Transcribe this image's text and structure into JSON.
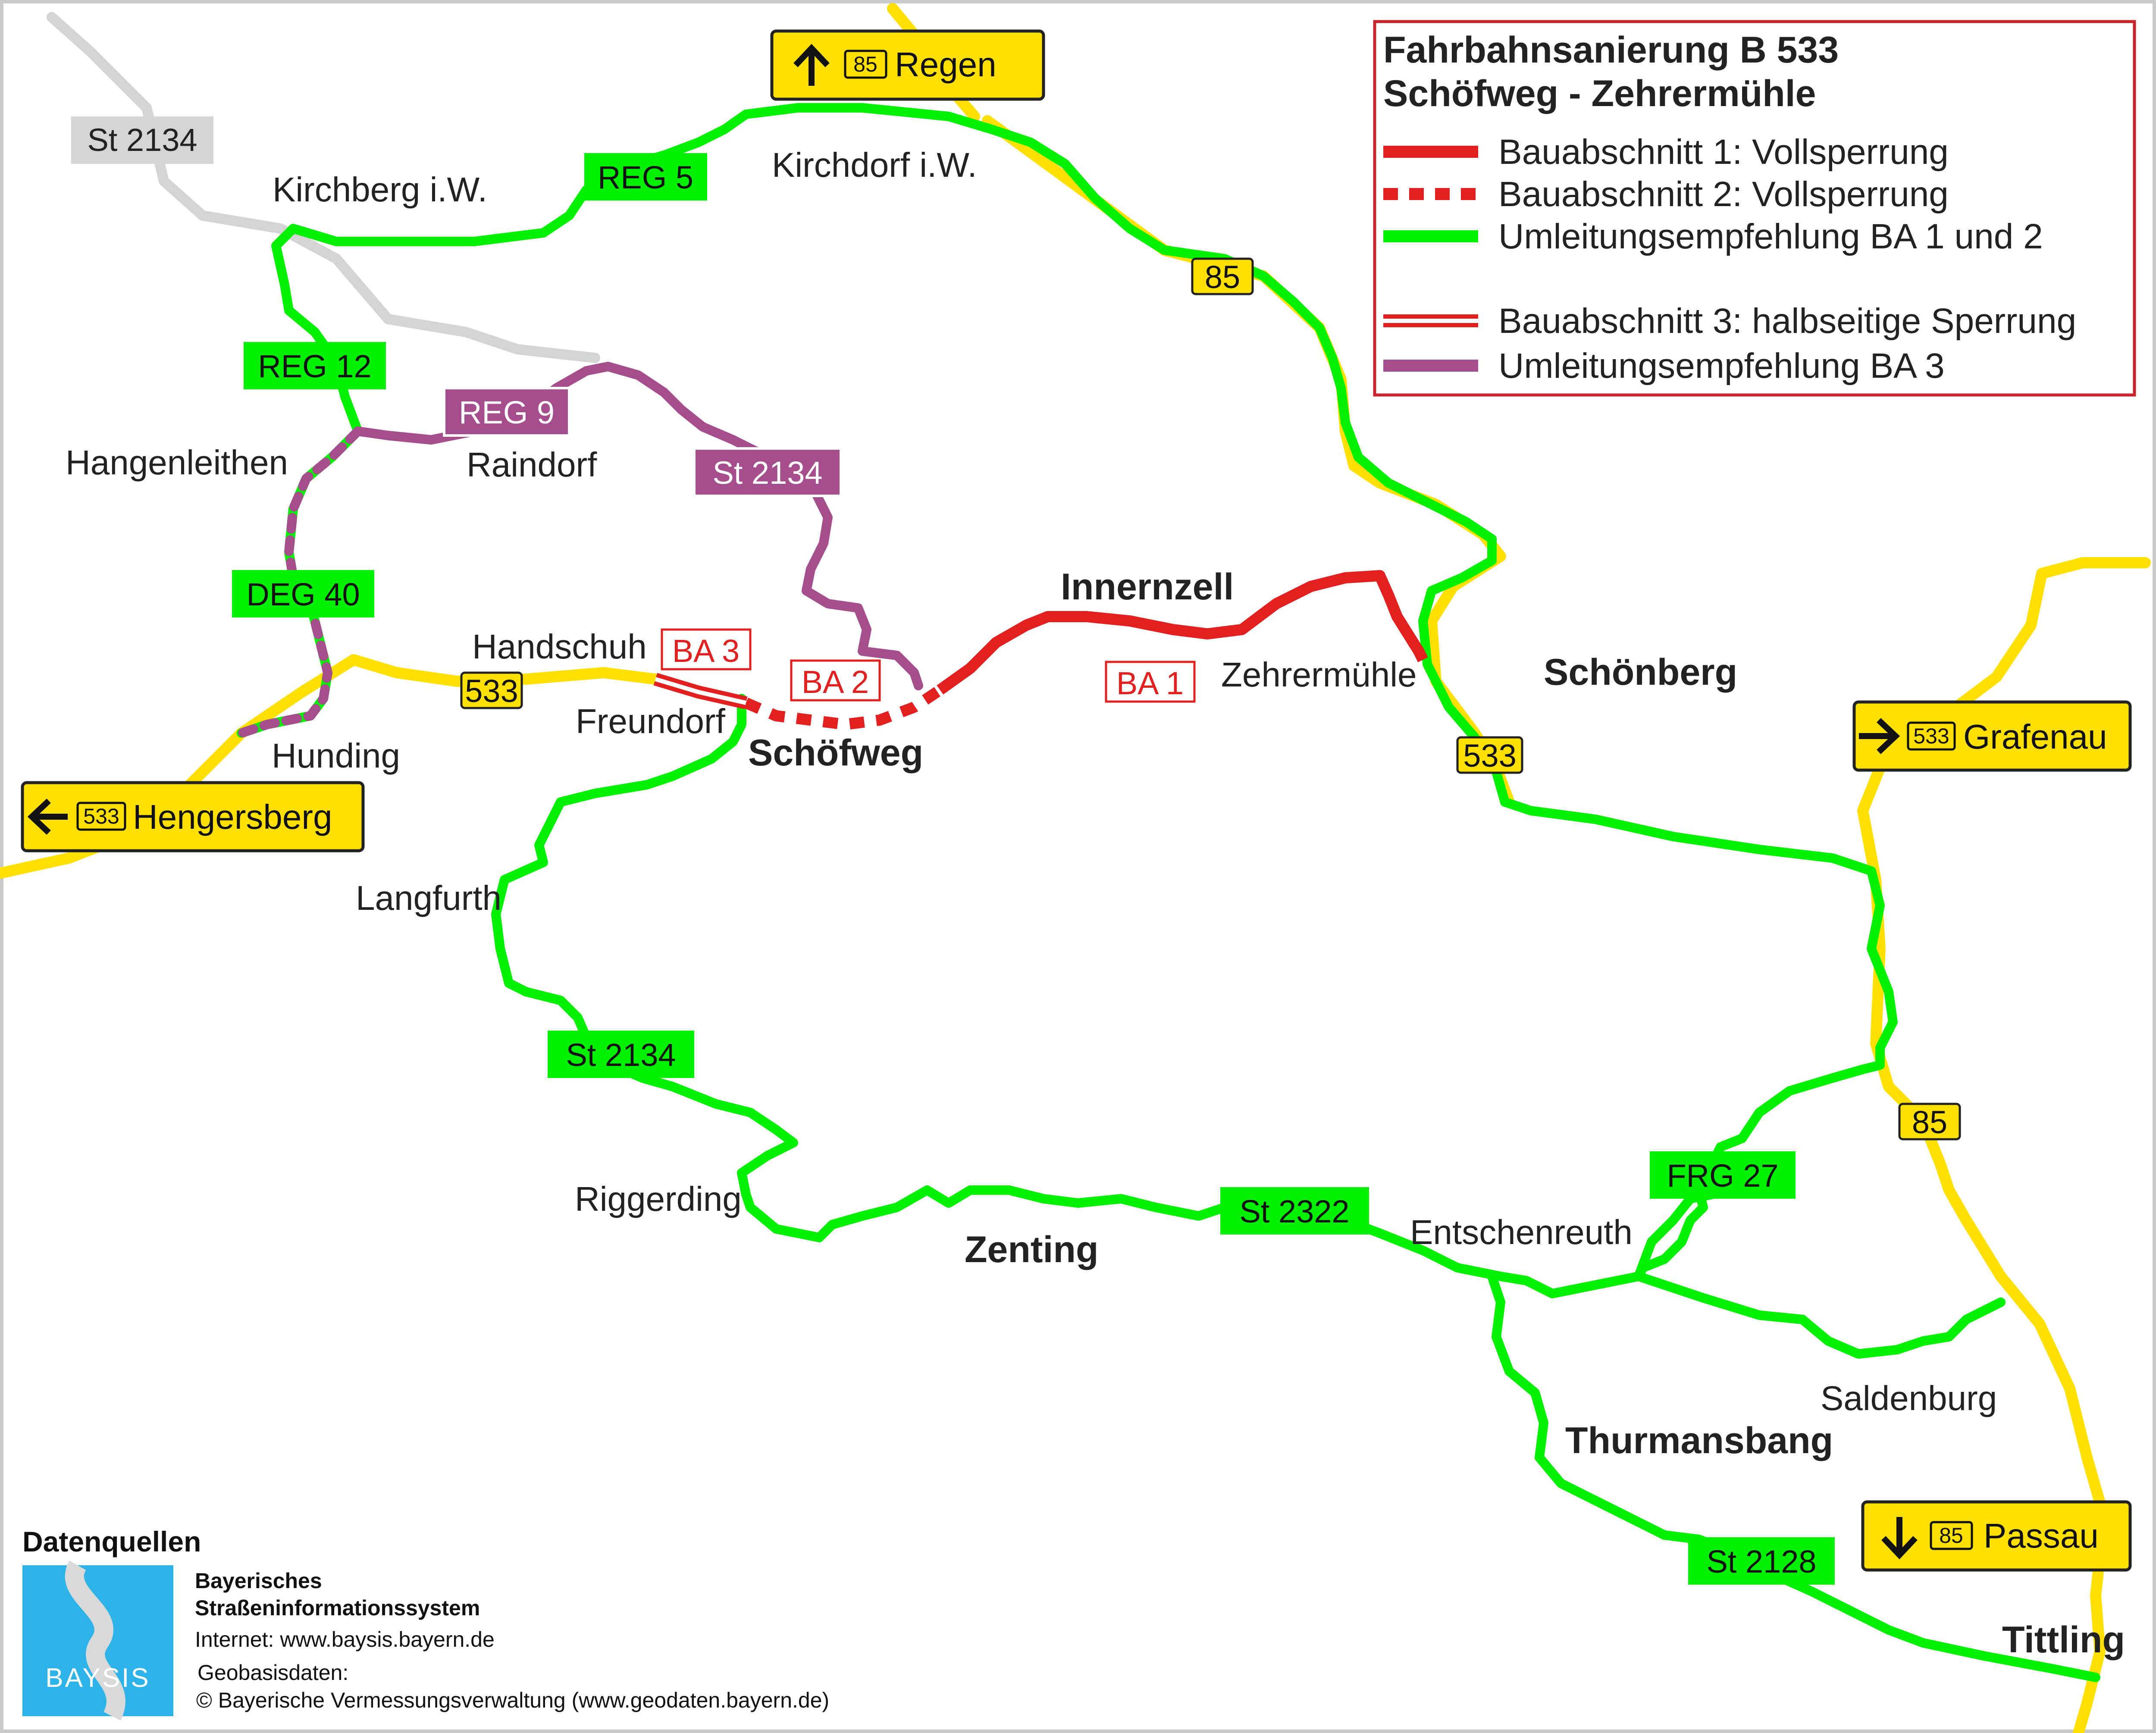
{
  "colors": {
    "closure": "#e2201f",
    "detour_ba12": "#00f000",
    "detour_ba3": "#a64d8e",
    "federal_road": "#ffe000",
    "state_road_grey": "#d4d4d4",
    "sign_yellow": "#ffe000"
  },
  "legend": {
    "title_line1": "Fahrbahnsanierung B 533",
    "title_line2": "Schöfweg - Zehrermühle",
    "items": [
      {
        "label": "Bauabschnitt 1: Vollsperrung",
        "style": "solid-red"
      },
      {
        "label": "Bauabschnitt 2: Vollsperrung",
        "style": "dotted-red"
      },
      {
        "label": "Umleitungsempfehlung BA 1 und 2",
        "style": "solid-green"
      },
      {
        "label": "Bauabschnitt 3: halbseitige Sperrung",
        "style": "double-red"
      },
      {
        "label": "Umleitungsempfehlung BA 3",
        "style": "solid-purple"
      }
    ]
  },
  "direction_signs": [
    {
      "arrow": "up-arrow-icon",
      "road": "85",
      "destination": "Regen"
    },
    {
      "arrow": "left-arrow-icon",
      "road": "533",
      "destination": "Hengersberg"
    },
    {
      "arrow": "right-arrow-icon",
      "road": "533",
      "destination": "Grafenau"
    },
    {
      "arrow": "down-arrow-icon",
      "road": "85",
      "destination": "Passau"
    }
  ],
  "road_numbers": {
    "b85_top": "85",
    "b533_west": "533",
    "b533_east": "533",
    "b85_east": "85"
  },
  "road_labels": {
    "st2134_grey": "St 2134",
    "reg5": "REG 5",
    "reg12": "REG 12",
    "reg9": "REG 9",
    "st2134_purple": "St 2134",
    "deg40": "DEG 40",
    "st2134_green": "St 2134",
    "st2322": "St 2322",
    "frg27": "FRG 27",
    "st2128": "St 2128"
  },
  "sections": {
    "ba1": "BA 1",
    "ba2": "BA 2",
    "ba3": "BA 3"
  },
  "places": {
    "kirchberg": "Kirchberg i.W.",
    "kirchdorf": "Kirchdorf i.W.",
    "hangenleithen": "Hangenleithen",
    "raindorf": "Raindorf",
    "innernzell": "Innernzell",
    "handschuh": "Handschuh",
    "zehrermuehle": "Zehrermühle",
    "schoenberg": "Schönberg",
    "freundorf": "Freundorf",
    "schoefweg": "Schöfweg",
    "hunding": "Hunding",
    "langfurth": "Langfurth",
    "riggerding": "Riggerding",
    "zenting": "Zenting",
    "entschenreuth": "Entschenreuth",
    "saldenburg": "Saldenburg",
    "thurmansbang": "Thurmansbang",
    "tittling": "Tittling"
  },
  "data_sources": {
    "title": "Datenquellen",
    "logo_text": "BAYSIS",
    "org_line1": "Bayerisches",
    "org_line2": "Straßeninformationssystem",
    "internet": "Internet: www.baysis.bayern.de",
    "geo_line1": "Geobasisdaten:",
    "geo_line2": "© Bayerische Vermessungsverwaltung (www.geodaten.bayern.de)"
  }
}
